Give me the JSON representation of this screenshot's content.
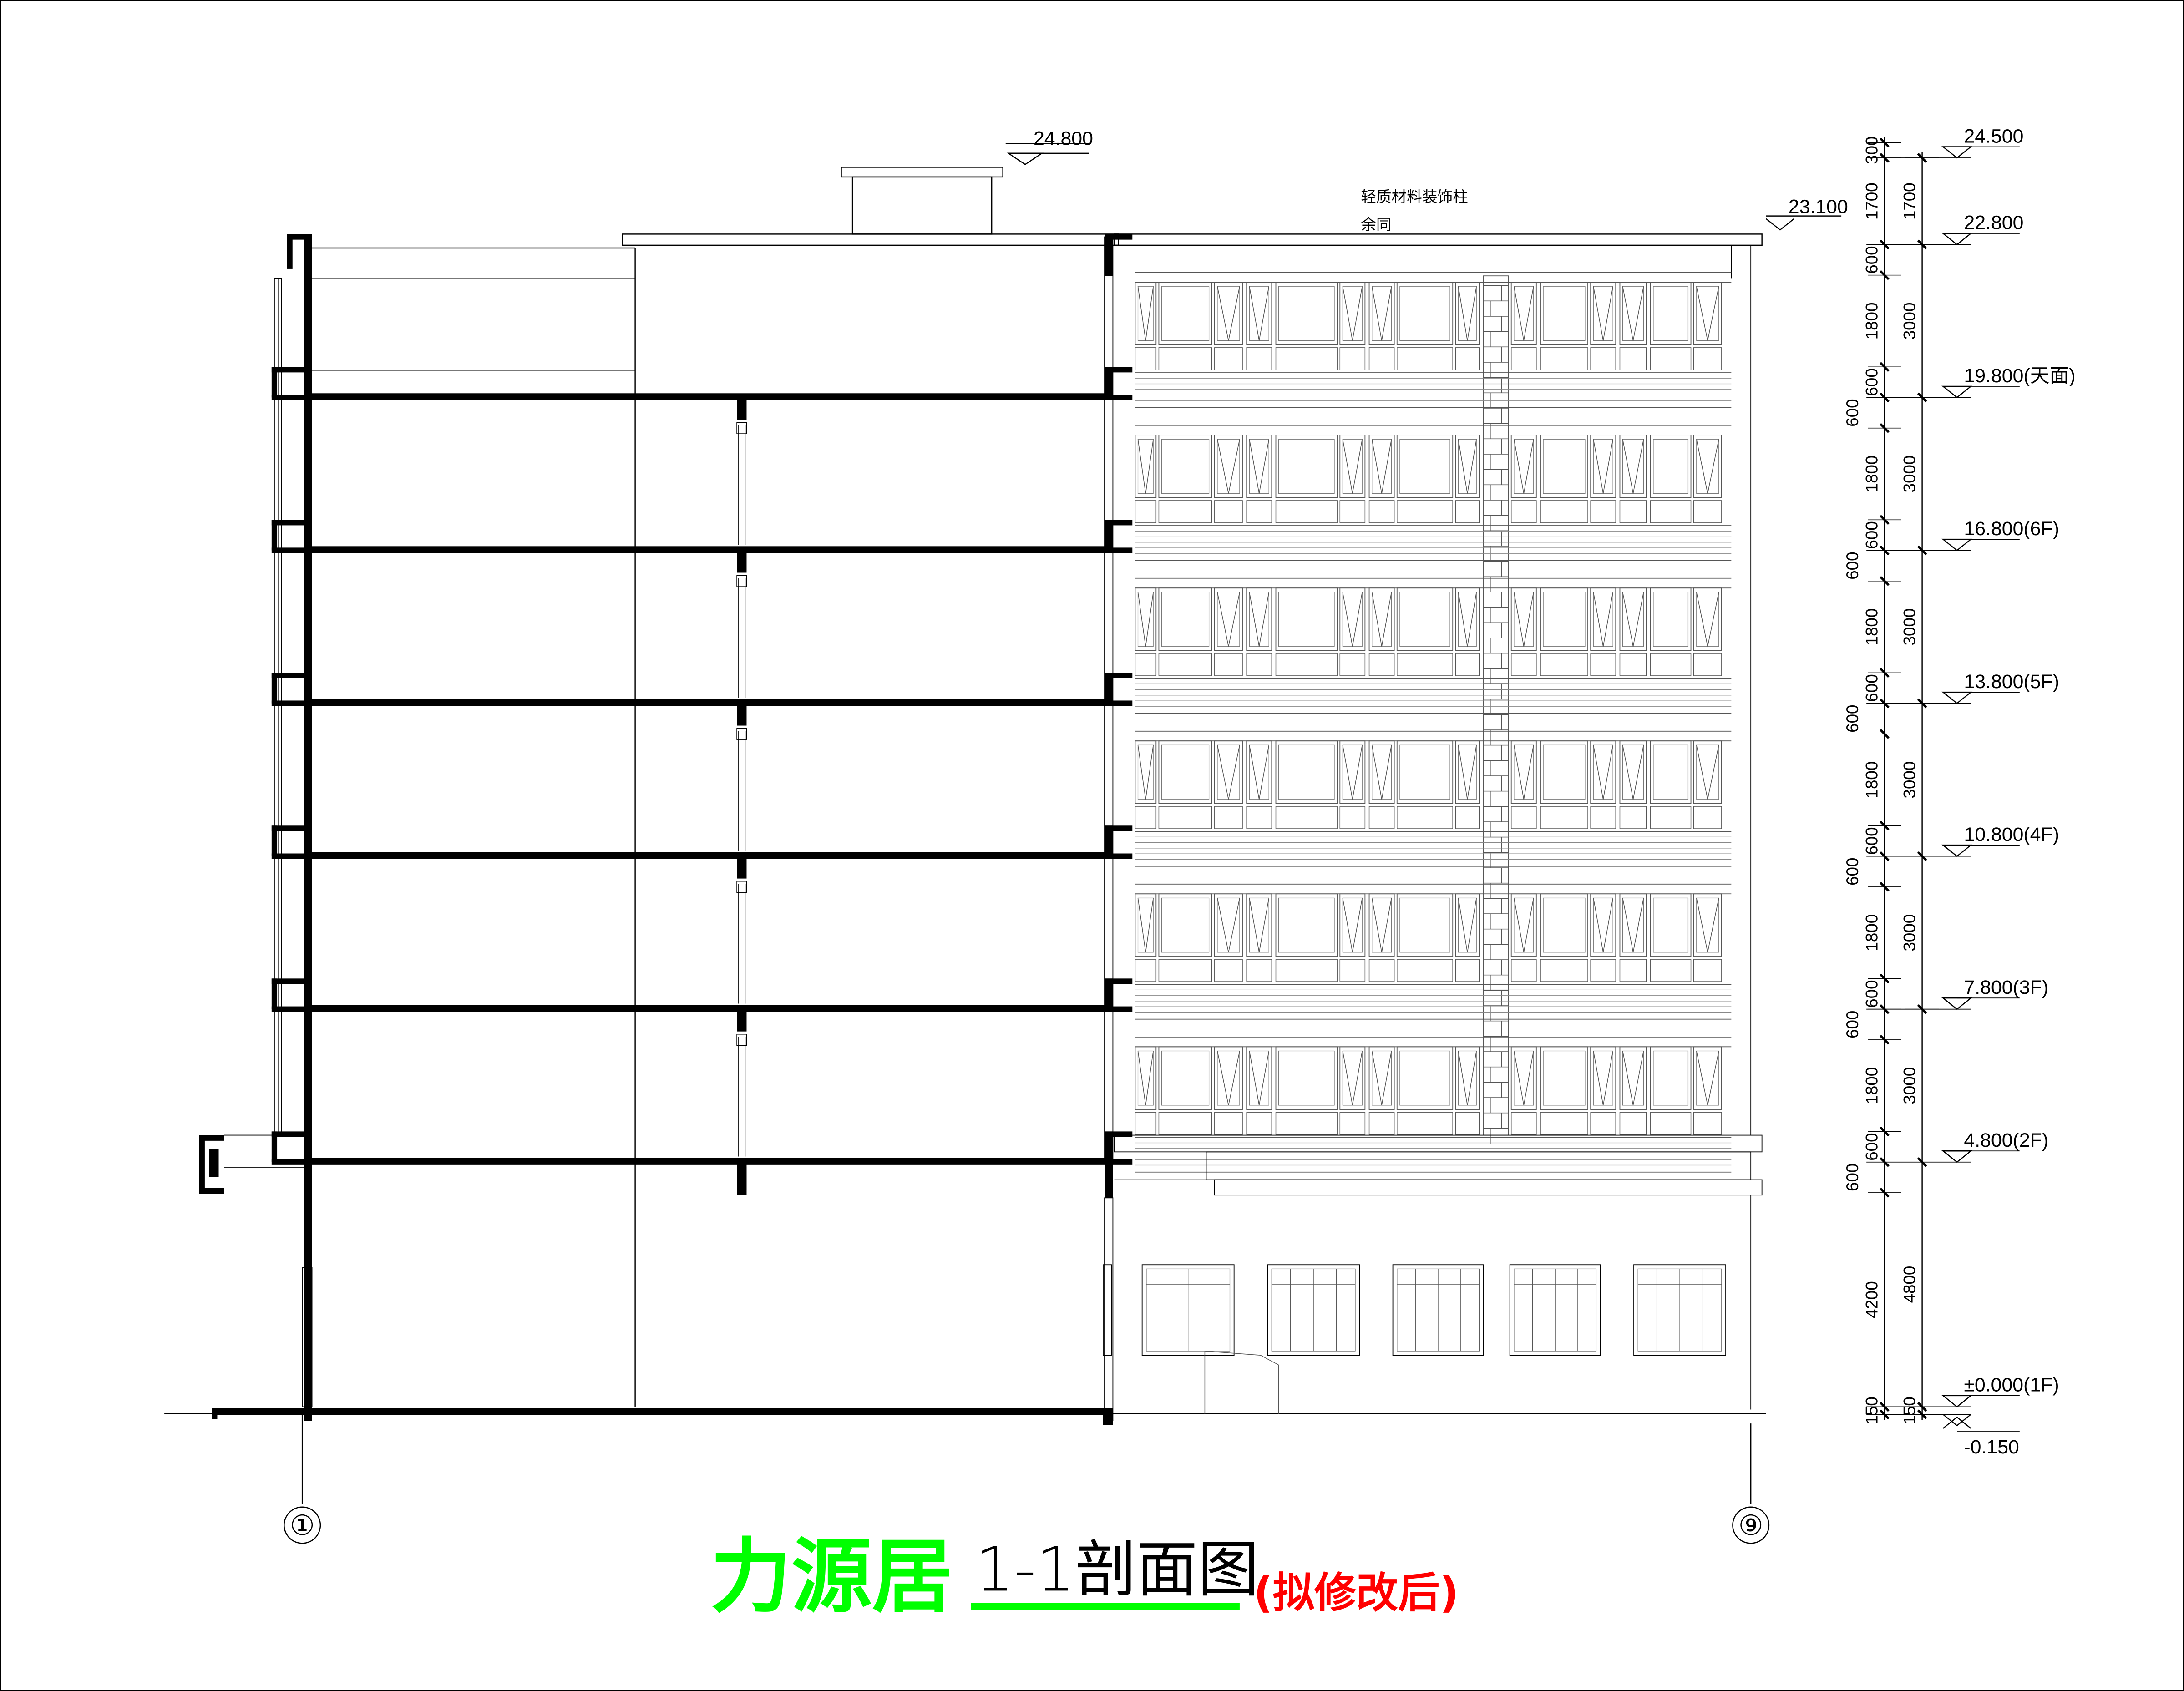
{
  "title": {
    "name": "力源居",
    "drawing": "1-1剖面图",
    "status": "(拟修改后)",
    "name_color": "#00ff00",
    "status_color": "#ff0000"
  },
  "annotation": {
    "line1": "轻质材料装饰柱",
    "line2": "余同"
  },
  "top_marks": {
    "stair_roof": "24.800",
    "parapet": "23.100"
  },
  "levels": [
    {
      "label": "24.500",
      "elev": 24.5
    },
    {
      "label": "22.800",
      "elev": 22.8
    },
    {
      "label": "19.800(天面)",
      "elev": 19.8
    },
    {
      "label": "16.800(6F)",
      "elev": 16.8
    },
    {
      "label": "13.800(5F)",
      "elev": 13.8
    },
    {
      "label": "10.800(4F)",
      "elev": 10.8
    },
    {
      "label": "7.800(3F)",
      "elev": 7.8
    },
    {
      "label": "4.800(2F)",
      "elev": 4.8
    },
    {
      "label": "±0.000(1F)",
      "elev": 0
    },
    {
      "label": "-0.150",
      "elev": -0.15
    }
  ],
  "dim_chain_inner": [
    {
      "from": 24.5,
      "to": 24.8,
      "label": "300"
    },
    {
      "from": 22.8,
      "to": 24.5,
      "label": "1700"
    },
    {
      "from": 22.2,
      "to": 22.8,
      "label": "600"
    },
    {
      "from": 20.4,
      "to": 22.2,
      "label": "1800"
    },
    {
      "from": 19.8,
      "to": 20.4,
      "label": "600"
    },
    {
      "from": 17.4,
      "to": 19.2,
      "label": "1800"
    },
    {
      "from": 16.8,
      "to": 17.4,
      "label": "600"
    },
    {
      "from": 14.4,
      "to": 16.2,
      "label": "1800"
    },
    {
      "from": 13.8,
      "to": 14.4,
      "label": "600"
    },
    {
      "from": 11.4,
      "to": 13.2,
      "label": "1800"
    },
    {
      "from": 10.8,
      "to": 11.4,
      "label": "600"
    },
    {
      "from": 8.4,
      "to": 10.2,
      "label": "1800"
    },
    {
      "from": 7.8,
      "to": 8.4,
      "label": "600"
    },
    {
      "from": 5.4,
      "to": 7.2,
      "label": "1800"
    },
    {
      "from": 4.8,
      "to": 5.4,
      "label": "600"
    },
    {
      "from": 0,
      "to": 4.2,
      "label": "4200"
    },
    {
      "from": -0.15,
      "to": 0,
      "label": "150"
    }
  ],
  "dim_chain_offset": [
    {
      "from": 19.2,
      "to": 19.8,
      "label": "600"
    },
    {
      "from": 16.2,
      "to": 16.8,
      "label": "600"
    },
    {
      "from": 13.2,
      "to": 13.8,
      "label": "600"
    },
    {
      "from": 10.2,
      "to": 10.8,
      "label": "600"
    },
    {
      "from": 7.2,
      "to": 7.8,
      "label": "600"
    },
    {
      "from": 4.2,
      "to": 4.8,
      "label": "600"
    }
  ],
  "dim_chain_outer": [
    {
      "from": 22.8,
      "to": 24.5,
      "label": "1700"
    },
    {
      "from": 19.8,
      "to": 22.8,
      "label": "3000"
    },
    {
      "from": 16.8,
      "to": 19.8,
      "label": "3000"
    },
    {
      "from": 13.8,
      "to": 16.8,
      "label": "3000"
    },
    {
      "from": 10.8,
      "to": 13.8,
      "label": "3000"
    },
    {
      "from": 7.8,
      "to": 10.8,
      "label": "3000"
    },
    {
      "from": 4.8,
      "to": 7.8,
      "label": "3000"
    },
    {
      "from": 0,
      "to": 4.8,
      "label": "4800"
    },
    {
      "from": -0.15,
      "to": 0,
      "label": "150"
    }
  ],
  "axes": [
    {
      "label": "1",
      "glyph": "①"
    },
    {
      "label": "9",
      "glyph": "⑨"
    }
  ],
  "colors": {
    "line": "#000000",
    "thin": "#555555"
  }
}
